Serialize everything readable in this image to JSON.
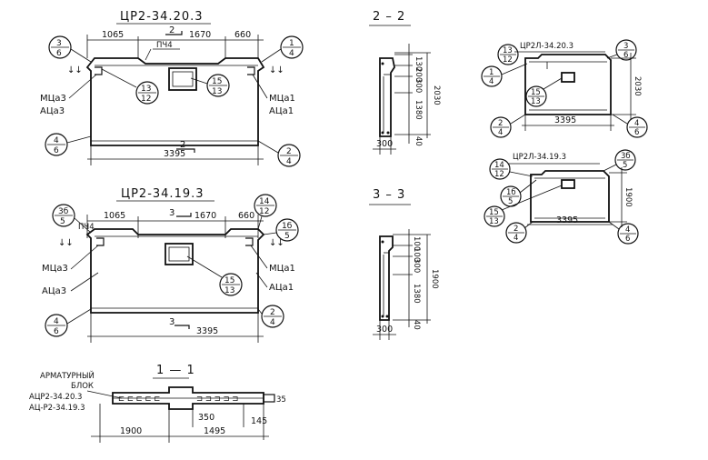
{
  "views": {
    "v1": {
      "title": "ЦР2-34.20.3",
      "dims": {
        "left": "1065",
        "section": "2",
        "mid": "1670",
        "right": "660",
        "length": "3395",
        "bottom_section": "2"
      },
      "pch": "ПЧ4",
      "balloons": {
        "tl": [
          "3",
          "6"
        ],
        "tr": [
          "1",
          "4"
        ],
        "c1": [
          "13",
          "12"
        ],
        "c2": [
          "15",
          "13"
        ],
        "bl": [
          "4",
          "6"
        ],
        "br": [
          "2",
          "4"
        ]
      },
      "marks": {
        "ml1": "МЦа3",
        "ml2": "АЦа3",
        "mr1": "МЦа1",
        "mr2": "АЦа1",
        "left_arrow": "↓↓",
        "right_arrow": "↓↓"
      }
    },
    "v2": {
      "title": "ЦР2-34.19.3",
      "dims": {
        "left": "1065",
        "section": "3",
        "mid": "1670",
        "right": "660",
        "length": "3395",
        "bottom_section": "3"
      },
      "pch": "ПЧ4",
      "balloons": {
        "tl": [
          "3б",
          "5"
        ],
        "tr": [
          "14",
          "12"
        ],
        "r2": [
          "1б",
          "5"
        ],
        "c1": [
          "15",
          "13"
        ],
        "bl": [
          "4",
          "6"
        ],
        "br": [
          "2",
          "4"
        ]
      },
      "marks": {
        "ml1": "МЦа3",
        "ml2": "АЦа3",
        "mr1": "МЦа1",
        "mr2": "АЦа1",
        "left_arrow": "↓↓",
        "right_arrow": "↓↓"
      }
    },
    "s22": {
      "title": "2 – 2",
      "dims": [
        "130",
        "200",
        "300",
        "1380",
        "2030",
        "40",
        "300"
      ]
    },
    "s33": {
      "title": "3 – 3",
      "dims": [
        "100",
        "100",
        "300",
        "1380",
        "1900",
        "40",
        "300"
      ]
    },
    "v3": {
      "title": "ЦР2Л-34.20.3",
      "dims": {
        "height": "2030",
        "length": "3395"
      },
      "balloons": {
        "tl": [
          "13",
          "12"
        ],
        "tr": [
          "3",
          "6"
        ],
        "l": [
          "1",
          "4"
        ],
        "c": [
          "15",
          "13"
        ],
        "bl": [
          "2",
          "4"
        ],
        "br": [
          "4",
          "6"
        ]
      }
    },
    "v4": {
      "title": "ЦР2Л-34.19.3",
      "dims": {
        "height": "1900",
        "length": "3395"
      },
      "balloons": {
        "tl": [
          "14",
          "12"
        ],
        "tr": [
          "3б",
          "5"
        ],
        "l": [
          "1б",
          "5"
        ],
        "c": [
          "15",
          "13"
        ],
        "bl": [
          "2",
          "4"
        ],
        "br": [
          "4",
          "6"
        ]
      }
    },
    "s11": {
      "title": "1 — 1",
      "block_label_1": "АРМАТУРНЫЙ",
      "block_label_2": "БЛОК",
      "block_1": "АЦР2-34.20.3",
      "block_2": "АЦ-Р2-34.19.3",
      "dims": {
        "left": "1900",
        "right": "1495",
        "opening": "350",
        "edge": "145",
        "thick": "35"
      }
    }
  }
}
